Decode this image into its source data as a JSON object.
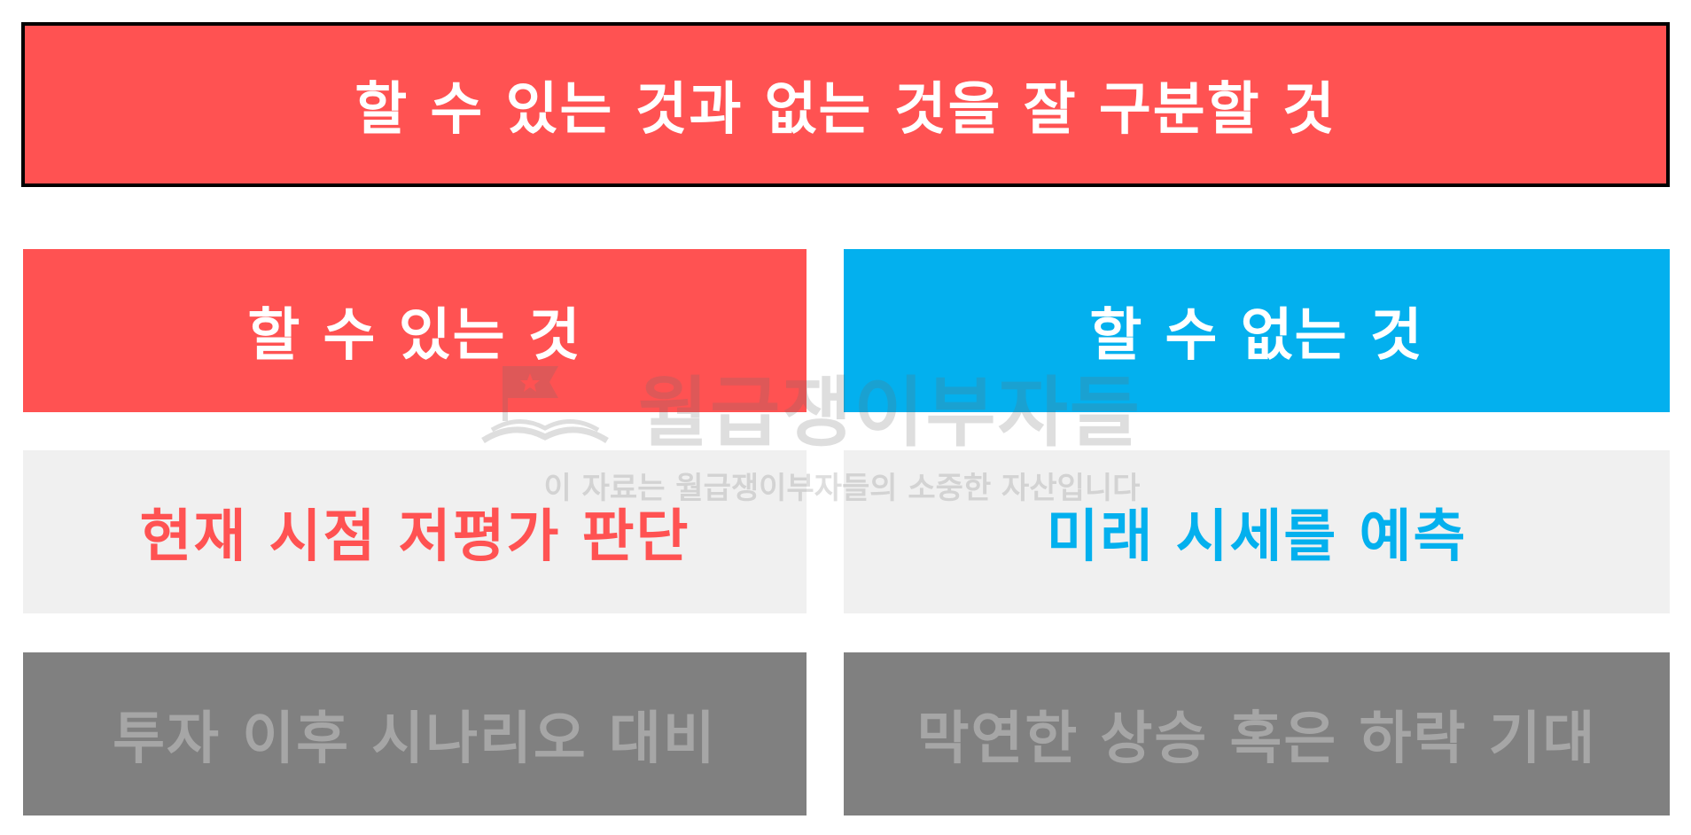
{
  "title": {
    "text": "할 수 있는 것과 없는 것을 잘 구분할 것"
  },
  "columns": [
    {
      "header": "할 수 있는 것",
      "items": [
        "현재 시점 저평가 판단",
        "투자 이후 시나리오 대비"
      ]
    },
    {
      "header": "할 수 없는 것",
      "items": [
        "미래 시세를 예측",
        "막연한 상승 혹은 하락 기대"
      ]
    }
  ],
  "watermark": {
    "main": "월급쟁이부자들",
    "sub": "이 자료는 월급쟁이부자들의 소중한 자산입니다"
  },
  "colors": {
    "red": "#FF5252",
    "blue": "#03B0EE",
    "light_gray_bg": "#F0F0F0",
    "dark_gray_bg": "#808080",
    "dark_gray_text": "#A6A6A6",
    "white": "#FFFFFF",
    "border": "#000000"
  },
  "icons": {
    "watermark_logo": "flag-book-icon"
  }
}
